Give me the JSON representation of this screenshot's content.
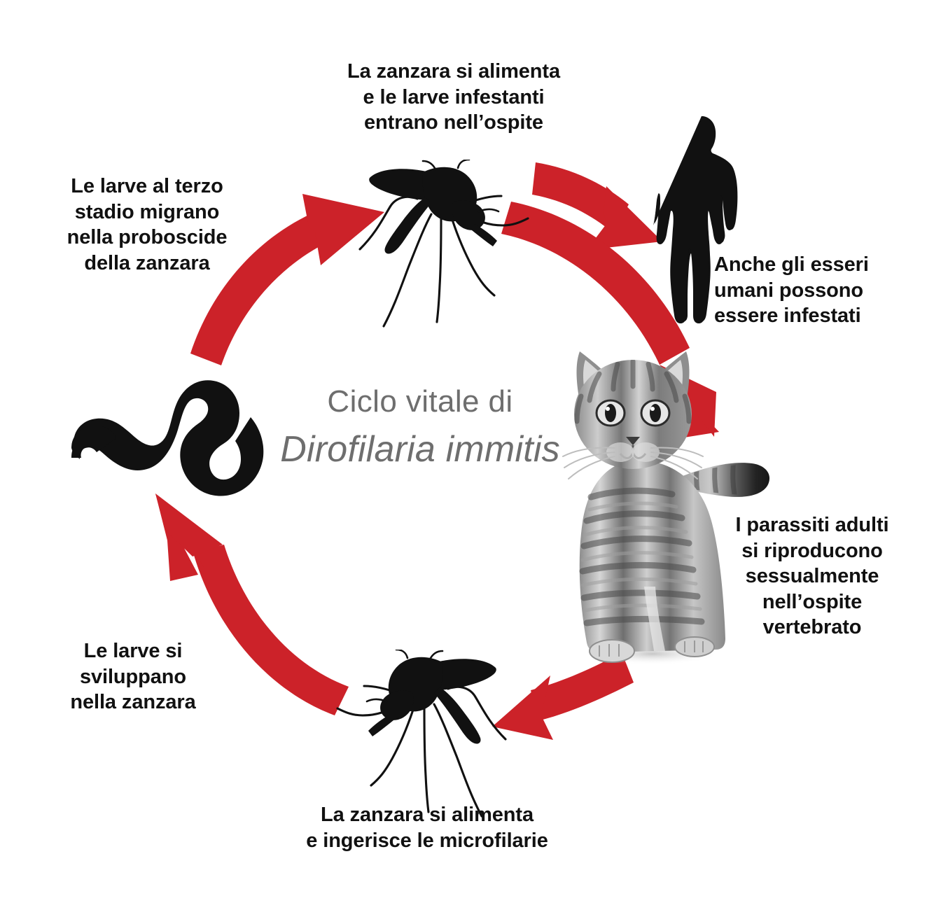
{
  "diagram": {
    "title_line1": "Ciclo vitale di",
    "title_line2": "Dirofilaria immitis",
    "title_color": "#6e6e6e",
    "accent_color": "#cc2229",
    "background_color": "#ffffff",
    "text_color": "#111111"
  },
  "labels": {
    "top": "La zanzara si alimenta\ne le larve infestanti\nentrano nell’ospite",
    "upper_left": "Le larve al terzo\nstadio migrano\nnella proboscide\ndella zanzara",
    "human": "Anche gli esseri\numani possono\nessere infestati",
    "adults": "I parassiti adulti\nsi riproducono\nsessualmente\nnell’ospite\nvertebrato",
    "lower_left": "Le larve si\nsviluppano\nnella zanzara",
    "bottom": "La zanzara si alimenta\ne ingerisce le microfilarie"
  },
  "figures": {
    "worm": "heartworm-larva",
    "mosquito_top": "mosquito-silhouette",
    "mosquito_bottom": "mosquito-silhouette-mirrored",
    "human": "human-silhouette",
    "cat": "tabby-cat-photo"
  },
  "arrows": [
    {
      "name": "worm-to-mosquito",
      "direction": "up-right"
    },
    {
      "name": "mosquito-to-human",
      "direction": "down-right"
    },
    {
      "name": "mosquito-to-cat",
      "direction": "down-right"
    },
    {
      "name": "cat-to-mosquito-bottom",
      "direction": "left"
    },
    {
      "name": "mosquito-bottom-to-worm",
      "direction": "up-left"
    }
  ]
}
